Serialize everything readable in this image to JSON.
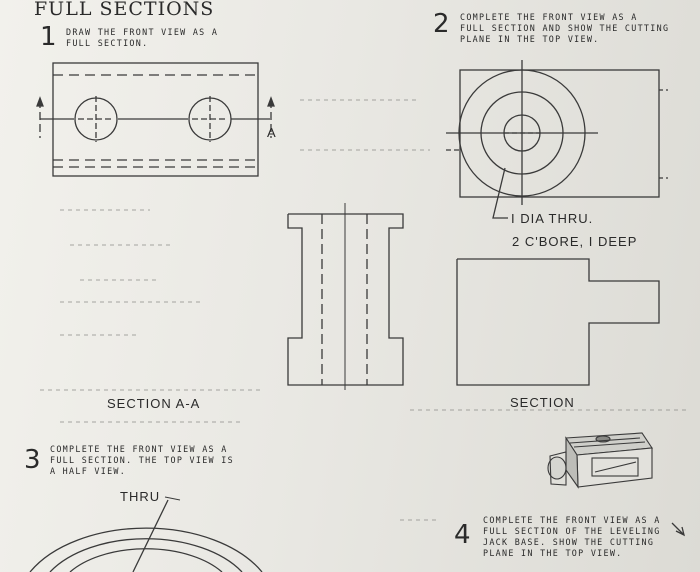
{
  "title": "FULL SECTIONS",
  "problems": [
    {
      "number": "1",
      "text": "DRAW THE FRONT VIEW AS A\nFULL SECTION."
    },
    {
      "number": "2",
      "text": "COMPLETE THE FRONT VIEW AS A\nFULL SECTION AND SHOW THE CUTTING\nPLANE IN THE TOP VIEW."
    },
    {
      "number": "3",
      "text": "COMPLETE THE FRONT VIEW AS A\nFULL SECTION. THE TOP VIEW IS\nA HALF VIEW."
    },
    {
      "number": "4",
      "text": "COMPLETE THE FRONT VIEW AS A\nFULL SECTION OF THE LEVELING\nJACK BASE. SHOW THE CUTTING\nPLANE IN THE TOP VIEW."
    }
  ],
  "labels": {
    "cutting_plane": "A",
    "section_a": "SECTION A-A",
    "dia_thru": "I DIA THRU.",
    "cbore": "2 C'BORE, I DEEP",
    "section": "SECTION",
    "thru": "THRU"
  }
}
